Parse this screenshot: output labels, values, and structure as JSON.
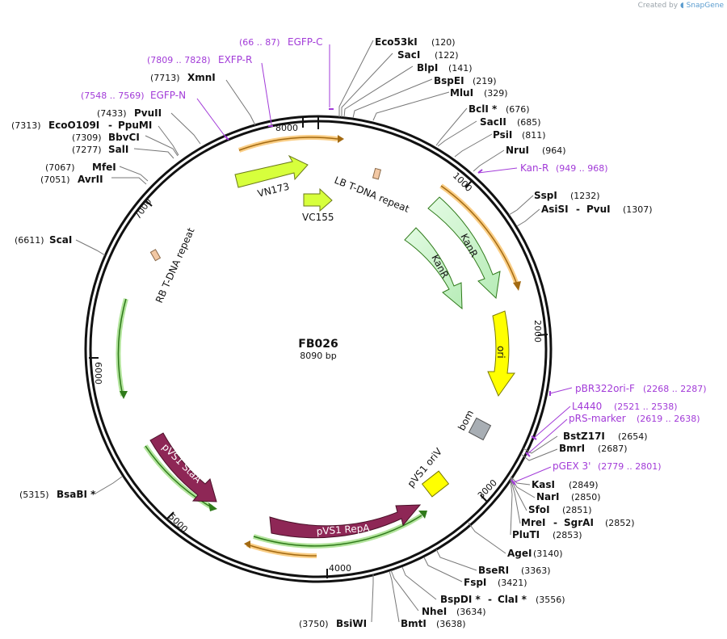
{
  "credit": {
    "prefix": "Created by",
    "brand": "SnapGene"
  },
  "plasmid": {
    "name": "FB026",
    "size_label": "8090 bp"
  },
  "ticks": [
    "1000",
    "2000",
    "3000",
    "4000",
    "5000",
    "6000",
    "7000",
    "8000"
  ],
  "sites": [
    {
      "name": "Eco53kI",
      "pos": "(120)"
    },
    {
      "name": "SacI",
      "pos": "(122)"
    },
    {
      "name": "BlpI",
      "pos": "(141)"
    },
    {
      "name": "BspEI",
      "pos": "(219)"
    },
    {
      "name": "MluI",
      "pos": "(329)"
    },
    {
      "name": "BclI *",
      "pos": "(676)"
    },
    {
      "name": "SacII",
      "pos": "(685)"
    },
    {
      "name": "PsiI",
      "pos": "(811)"
    },
    {
      "name": "NruI",
      "pos": "(964)"
    },
    {
      "name": "SspI",
      "pos": "(1232)"
    },
    {
      "name": "AsiSI",
      "name2": "PvuI",
      "pos": "(1307)"
    },
    {
      "name": "BstZ17I",
      "pos": "(2654)"
    },
    {
      "name": "BmrI",
      "pos": "(2687)"
    },
    {
      "name": "KasI",
      "pos": "(2849)"
    },
    {
      "name": "NarI",
      "pos": "(2850)"
    },
    {
      "name": "SfoI",
      "pos": "(2851)"
    },
    {
      "name": "MreI",
      "name2": "SgrAI",
      "pos": "(2852)"
    },
    {
      "name": "PluTI",
      "pos": "(2853)"
    },
    {
      "name": "AgeI",
      "pos": "(3140)"
    },
    {
      "name": "BseRI",
      "pos": "(3363)"
    },
    {
      "name": "FspI",
      "pos": "(3421)"
    },
    {
      "name": "BspDI *",
      "name2": "ClaI *",
      "pos": "(3556)"
    },
    {
      "name": "NheI",
      "pos": "(3634)"
    },
    {
      "name": "BmtI",
      "pos": "(3638)"
    },
    {
      "name": "BsiWI",
      "pos": "(3750)"
    },
    {
      "name": "BsaBI *",
      "pos": "(5315)"
    },
    {
      "name": "ScaI",
      "pos": "(6611)"
    },
    {
      "name": "AvrII",
      "pos": "(7051)"
    },
    {
      "name": "MfeI",
      "pos": "(7067)"
    },
    {
      "name": "SalI",
      "pos": "(7277)"
    },
    {
      "name": "BbvCI",
      "pos": "(7309)"
    },
    {
      "name": "EcoO109I",
      "name2": "PpuMI",
      "pos": "(7313)"
    },
    {
      "name": "PvuII",
      "pos": "(7433)"
    },
    {
      "name": "XmnI",
      "pos": "(7713)"
    }
  ],
  "primers": [
    {
      "name": "EGFP-C",
      "pos": "(66 .. 87)"
    },
    {
      "name": "EXFP-R",
      "pos": "(7809 .. 7828)"
    },
    {
      "name": "EGFP-N",
      "pos": "(7548 .. 7569)"
    },
    {
      "name": "Kan-R",
      "pos": "(949 .. 968)"
    },
    {
      "name": "pBR322ori-F",
      "pos": "(2268 .. 2287)"
    },
    {
      "name": "L4440",
      "pos": "(2521 .. 2538)"
    },
    {
      "name": "pRS-marker",
      "pos": "(2619 .. 2638)"
    },
    {
      "name": "pGEX 3'",
      "pos": "(2779 .. 2801)"
    }
  ],
  "features": {
    "vn173": "VN173",
    "vc155": "VC155",
    "lb": "LB T-DNA repeat",
    "kanr_outer": "KanR",
    "kanr_inner": "KanR",
    "ori": "ori",
    "bom": "bom",
    "pvs1_oriv": "pVS1 oriV",
    "pvs1_repa": "pVS1 RepA",
    "pvs1_staa": "pVS1 StaA",
    "rb": "RB T-DNA repeat"
  },
  "colors": {
    "backbone": "#111111",
    "primer": "#a23bd8",
    "kanr": "#c9f5c9",
    "vn_vc": "#d7ff3c",
    "ori": "#ffff00",
    "repa": "#8e2756",
    "bom": "#a8aeb4",
    "lb_rb": "#f2c8a4",
    "orf_orange": "#f5a623",
    "orf_green": "#4aa02c"
  }
}
